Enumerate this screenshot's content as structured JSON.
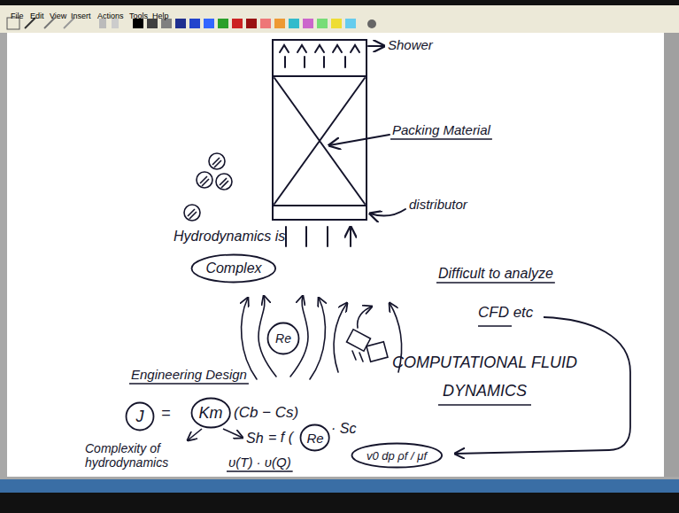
{
  "diagram": {
    "nodes": [
      {
        "text": [
          "Complex"
        ]
      },
      {
        "text": [
          "Re"
        ]
      },
      {
        "text": [
          "J"
        ]
      },
      {
        "text": [
          "Km"
        ]
      },
      {
        "text": [
          "Re"
        ]
      },
      {
        "text": [
          "v0 dp ρf / μf"
        ]
      }
    ],
    "labels": [
      "File",
      "Edit",
      "View",
      "Insert",
      "Actions",
      "Tools",
      "Help",
      "Shower",
      "Packing Material",
      "distributor",
      "Hydrodynamics is",
      "Difficult to analyze",
      "CFD etc",
      "COMPUTATIONAL FLUID DYNAMICS",
      "Engineering Design",
      "=",
      "(Cb − Cs)",
      "Sh",
      "= f (",
      "· Sc",
      "υ(T) · υ(Q)",
      "Complexity of hydrodynamics"
    ]
  }
}
